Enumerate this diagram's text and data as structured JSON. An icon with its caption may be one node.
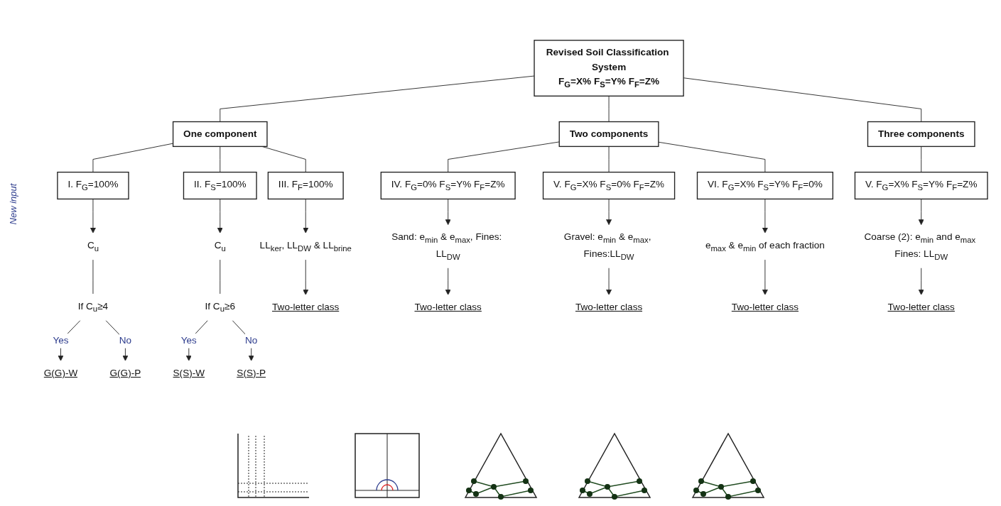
{
  "diagram": {
    "nodes": [
      {
        "text": [
          "Revised Soil Classification System",
          "F$_{G}$=X% F$_{S}$=Y% F$_{F}$=Z%"
        ]
      },
      {
        "text": [
          "One component"
        ]
      },
      {
        "text": [
          "Two components"
        ]
      },
      {
        "text": [
          "Three components"
        ]
      },
      {
        "text": [
          "I. F$_{G}$=100%"
        ]
      },
      {
        "text": [
          "II. F$_{S}$=100%"
        ]
      },
      {
        "text": [
          "III. F$_{F}$=100%"
        ]
      },
      {
        "text": [
          "IV. F$_{G}$=0% F$_{S}$=Y% F$_{F}$=Z%"
        ]
      },
      {
        "text": [
          "V. F$_{G}$=X% F$_{S}$=0% F$_{F}$=Z%"
        ]
      },
      {
        "text": [
          "VI. F$_{G}$=X% F$_{S}$=Y% F$_{F}$=0%"
        ]
      },
      {
        "text": [
          "V. F$_{G}$=X% F$_{S}$=Y% F$_{F}$=Z%"
        ]
      },
      {
        "text": [
          "C$_{u}$"
        ]
      },
      {
        "text": [
          "If C$_{u}$≥4"
        ]
      },
      {
        "text": [
          "G(G)-W"
        ]
      },
      {
        "text": [
          "G(G)-P"
        ]
      },
      {
        "text": [
          "C$_{u}$"
        ]
      },
      {
        "text": [
          "If C$_{u}$≥6"
        ]
      },
      {
        "text": [
          "S(S)-W"
        ]
      },
      {
        "text": [
          "S(S)-P"
        ]
      },
      {
        "text": [
          "LL$_{ker}$, LL$_{DW}$ & LL$_{brine}$"
        ]
      },
      {
        "text": [
          "Two-letter class"
        ]
      },
      {
        "text": [
          "Sand: e$_{min}$ & e$_{max}$, Fines: LL$_{DW}$"
        ]
      },
      {
        "text": [
          "Two-letter class"
        ]
      },
      {
        "text": [
          "Gravel: e$_{min}$ & e$_{max}$, Fines:LL$_{DW}$"
        ]
      },
      {
        "text": [
          "Two-letter class"
        ]
      },
      {
        "text": [
          "e$_{max}$ & e$_{min}$ of each fraction"
        ]
      },
      {
        "text": [
          "Two-letter class"
        ]
      },
      {
        "text": [
          "Coarse (2): e$_{min}$ and e$_{max}$ Fines: LL$_{DW}$"
        ]
      },
      {
        "text": [
          "Two-letter class"
        ]
      }
    ],
    "edges": [
      {
        "from": 0,
        "to": 1,
        "arrow": "none"
      },
      {
        "from": 0,
        "to": 2,
        "arrow": "none"
      },
      {
        "from": 0,
        "to": 3,
        "arrow": "none"
      },
      {
        "from": 1,
        "to": 4,
        "arrow": "none"
      },
      {
        "from": 1,
        "to": 5,
        "arrow": "none"
      },
      {
        "from": 1,
        "to": 6,
        "arrow": "none"
      },
      {
        "from": 2,
        "to": 7,
        "arrow": "none"
      },
      {
        "from": 2,
        "to": 8,
        "arrow": "none"
      },
      {
        "from": 2,
        "to": 9,
        "arrow": "none"
      },
      {
        "from": 3,
        "to": 10,
        "arrow": "none"
      },
      {
        "from": 4,
        "to": 11,
        "arrow": "to"
      },
      {
        "from": 11,
        "to": 12,
        "arrow": "none"
      },
      {
        "from": 12,
        "to": 13,
        "arrow": "to",
        "label": "Yes"
      },
      {
        "from": 12,
        "to": 14,
        "arrow": "to",
        "label": "No"
      },
      {
        "from": 5,
        "to": 15,
        "arrow": "to"
      },
      {
        "from": 15,
        "to": 16,
        "arrow": "none"
      },
      {
        "from": 16,
        "to": 17,
        "arrow": "to",
        "label": "Yes"
      },
      {
        "from": 16,
        "to": 18,
        "arrow": "to",
        "label": "No"
      },
      {
        "from": 6,
        "to": 19,
        "arrow": "to"
      },
      {
        "from": 19,
        "to": 20,
        "arrow": "to"
      },
      {
        "from": 7,
        "to": 21,
        "arrow": "to"
      },
      {
        "from": 21,
        "to": 22,
        "arrow": "to"
      },
      {
        "from": 8,
        "to": 23,
        "arrow": "to"
      },
      {
        "from": 23,
        "to": 24,
        "arrow": "to"
      },
      {
        "from": 9,
        "to": 25,
        "arrow": "to"
      },
      {
        "from": 25,
        "to": 26,
        "arrow": "to"
      },
      {
        "from": 10,
        "to": 27,
        "arrow": "to"
      },
      {
        "from": 27,
        "to": 28,
        "arrow": "to"
      }
    ],
    "labels": [
      "New input"
    ]
  }
}
